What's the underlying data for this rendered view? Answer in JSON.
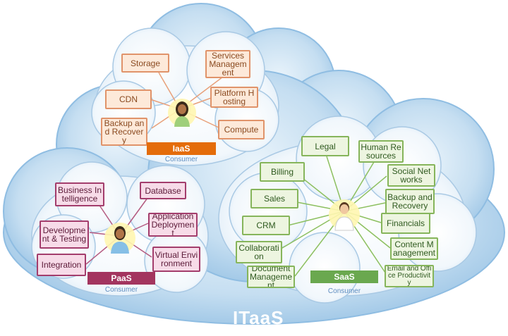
{
  "diagram_title": "ITaaS",
  "colors": {
    "iaas_header": "#e46c0a",
    "paas_header": "#a3355f",
    "saas_header": "#6aa84f",
    "cloud_fill": "#bcd8ee",
    "consumer_text": "#5d8cbf"
  },
  "iaas": {
    "label": "IaaS",
    "consumer": "Consumer",
    "services": [
      "Storage",
      "Services Management",
      "CDN",
      "Platform Hosting",
      "Backup and Recovery",
      "Compute"
    ]
  },
  "paas": {
    "label": "PaaS",
    "consumer": "Consumer",
    "services": [
      "Business Intelligence",
      "Database",
      "Application Deployment",
      "Development & Testing",
      "Virtual Environment",
      "Integration"
    ]
  },
  "saas": {
    "label": "SaaS",
    "consumer": "Consumer",
    "services": [
      "Legal",
      "Human Resources",
      "Billing",
      "Social Networks",
      "Sales",
      "Backup and Recovery",
      "CRM",
      "Financials",
      "Collaboration",
      "Content Management",
      "Document Management",
      "Email and Office Productivity"
    ]
  }
}
